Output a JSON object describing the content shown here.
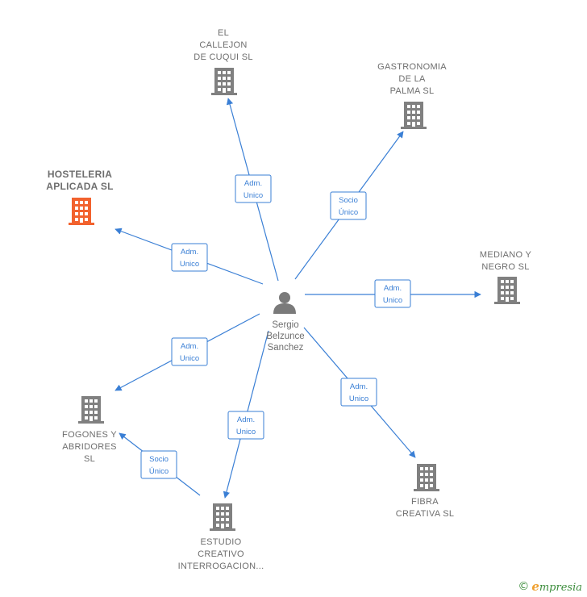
{
  "colors": {
    "edge": "#3a7fd5",
    "company_default": "#808080",
    "company_highlight": "#f2622e",
    "text": "#6e6e6e"
  },
  "person": {
    "icon": "person-icon",
    "name_lines": [
      "Sergio",
      "Belzunce",
      "Sanchez"
    ]
  },
  "companies": [
    {
      "id": "el-callejon",
      "label_lines": [
        "EL",
        "CALLEJON",
        "DE CUQUI  SL"
      ],
      "highlight": false,
      "icon": "building-icon"
    },
    {
      "id": "gastronomia",
      "label_lines": [
        "GASTRONOMIA",
        "DE LA",
        "PALMA SL"
      ],
      "highlight": false,
      "icon": "building-icon"
    },
    {
      "id": "hosteleria",
      "label_lines": [
        "HOSTELERIA",
        "APLICADA  SL"
      ],
      "highlight": true,
      "icon": "building-icon"
    },
    {
      "id": "mediano",
      "label_lines": [
        "MEDIANO Y",
        "NEGRO  SL"
      ],
      "highlight": false,
      "icon": "building-icon"
    },
    {
      "id": "fogones",
      "label_lines": [
        "FOGONES Y",
        "ABRIDORES",
        "SL"
      ],
      "highlight": false,
      "icon": "building-icon"
    },
    {
      "id": "fibra",
      "label_lines": [
        "FIBRA",
        "CREATIVA  SL"
      ],
      "highlight": false,
      "icon": "building-icon"
    },
    {
      "id": "estudio",
      "label_lines": [
        "ESTUDIO",
        "CREATIVO",
        "INTERROGACION..."
      ],
      "highlight": false,
      "icon": "building-icon"
    }
  ],
  "relations": [
    {
      "target": "el-callejon",
      "label_lines": [
        "Adm.",
        "Unico"
      ]
    },
    {
      "target": "gastronomia",
      "label_lines": [
        "Socio",
        "Único"
      ]
    },
    {
      "target": "hosteleria",
      "label_lines": [
        "Adm.",
        "Unico"
      ]
    },
    {
      "target": "mediano",
      "label_lines": [
        "Adm.",
        "Unico"
      ]
    },
    {
      "target": "fogones",
      "label_lines": [
        "Adm.",
        "Unico"
      ]
    },
    {
      "target": "estudio",
      "label_lines": [
        "Adm.",
        "Unico"
      ]
    },
    {
      "target": "fibra",
      "label_lines": [
        "Adm.",
        "Unico"
      ]
    },
    {
      "source": "estudio",
      "target": "fogones",
      "label_lines": [
        "Socio",
        "Único"
      ]
    }
  ],
  "footer": {
    "copyright": "©",
    "brand_first": "e",
    "brand_rest": "mpresia"
  }
}
